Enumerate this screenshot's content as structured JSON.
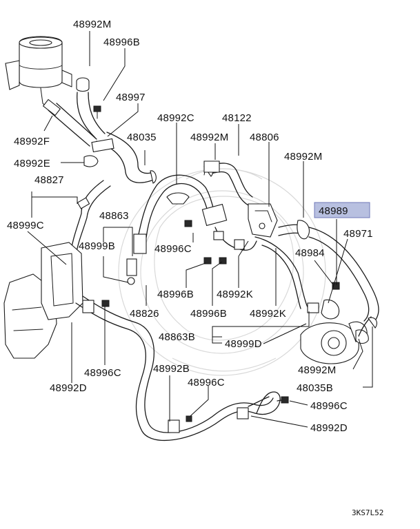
{
  "diagram": {
    "accent_colors": {
      "highlight_fill": "#b8c0e0",
      "highlight_border": "#6f78b8",
      "line": "#1a1a1a"
    },
    "highlighted_part": "48989",
    "callouts": [
      {
        "id": "c1",
        "text": "48992M"
      },
      {
        "id": "c2",
        "text": "48996B"
      },
      {
        "id": "c3",
        "text": "48997"
      },
      {
        "id": "c4",
        "text": "48992F"
      },
      {
        "id": "c5",
        "text": "48035"
      },
      {
        "id": "c6",
        "text": "48992C"
      },
      {
        "id": "c7",
        "text": "48122"
      },
      {
        "id": "c8",
        "text": "48992E"
      },
      {
        "id": "c9",
        "text": "48992M"
      },
      {
        "id": "c10",
        "text": "48806"
      },
      {
        "id": "c11",
        "text": "48992M"
      },
      {
        "id": "c12",
        "text": "48827"
      },
      {
        "id": "c13",
        "text": "48989"
      },
      {
        "id": "c14",
        "text": "48999C"
      },
      {
        "id": "c15",
        "text": "48863"
      },
      {
        "id": "c16",
        "text": "48971"
      },
      {
        "id": "c17",
        "text": "48999B"
      },
      {
        "id": "c18",
        "text": "48996C"
      },
      {
        "id": "c19",
        "text": "48984"
      },
      {
        "id": "c20",
        "text": "48996B"
      },
      {
        "id": "c21",
        "text": "48992K"
      },
      {
        "id": "c22",
        "text": "48826"
      },
      {
        "id": "c23",
        "text": "48996B"
      },
      {
        "id": "c24",
        "text": "48992K"
      },
      {
        "id": "c25",
        "text": "48863B"
      },
      {
        "id": "c26",
        "text": "48999D"
      },
      {
        "id": "c27",
        "text": "48992B"
      },
      {
        "id": "c28",
        "text": "48996C"
      },
      {
        "id": "c29",
        "text": "48992M"
      },
      {
        "id": "c30",
        "text": "48992D"
      },
      {
        "id": "c31",
        "text": "48035B"
      },
      {
        "id": "c32",
        "text": "48996C"
      },
      {
        "id": "c33",
        "text": "48996C"
      },
      {
        "id": "c34",
        "text": "48992D"
      }
    ],
    "diagram_code": "3KS7L52"
  }
}
